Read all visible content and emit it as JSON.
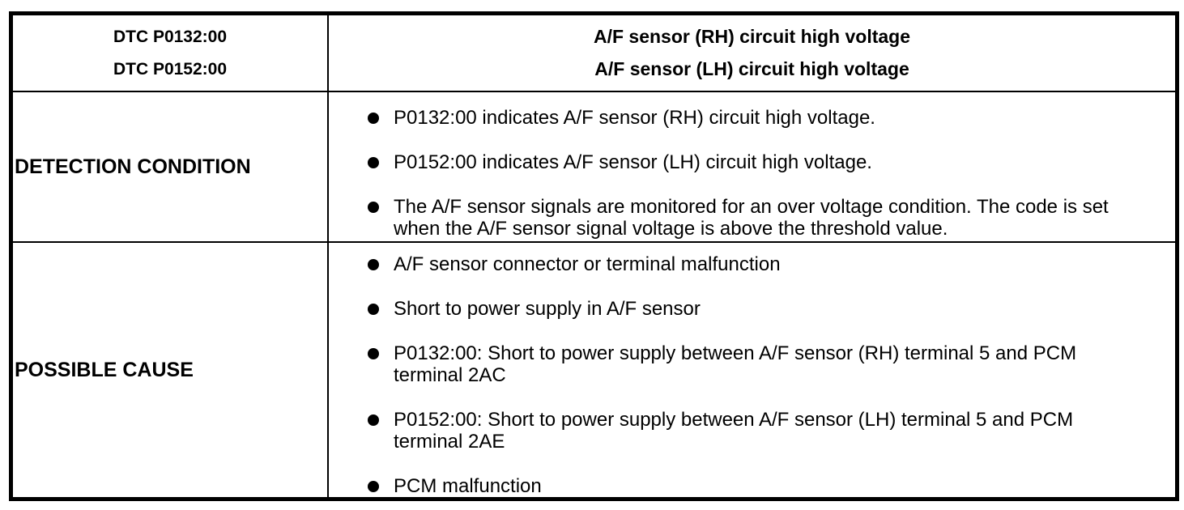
{
  "doc": {
    "type": "dtc-troubleshooting-table",
    "colors": {
      "text": "#000000",
      "border": "#000000",
      "background": "#ffffff"
    },
    "header": {
      "entries": [
        {
          "code": "DTC P0132:00",
          "description": "A/F sensor (RH) circuit high voltage"
        },
        {
          "code": "DTC P0152:00",
          "description": "A/F sensor (LH) circuit high voltage"
        }
      ]
    },
    "sections": [
      {
        "label": "DETECTION CONDITION",
        "bullets": [
          "P0132:00 indicates A/F sensor (RH) circuit high voltage.",
          "P0152:00 indicates A/F sensor (LH) circuit high voltage.",
          "The A/F sensor signals are monitored for an over voltage condition. The code is set\nwhen the A/F sensor signal voltage is above the threshold value."
        ]
      },
      {
        "label": "POSSIBLE CAUSE",
        "bullets": [
          "A/F sensor connector or terminal malfunction",
          "Short to power supply in A/F sensor",
          "P0132:00: Short to power supply between A/F sensor (RH) terminal 5 and PCM\nterminal 2AC",
          "P0152:00: Short to power supply between A/F sensor (LH) terminal 5 and PCM\nterminal 2AE",
          "PCM malfunction"
        ]
      }
    ]
  }
}
